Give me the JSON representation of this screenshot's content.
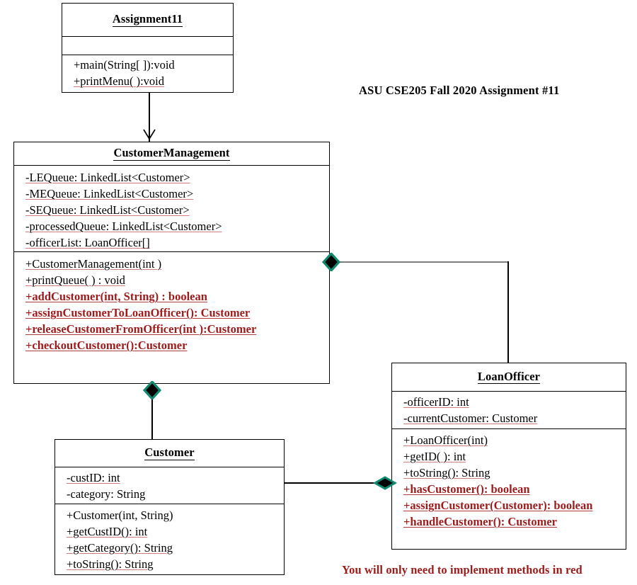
{
  "diagram": {
    "title": "ASU CSE205 Fall 2020 Assignment #11",
    "legend_note": "You will only need to implement methods in red",
    "colors": {
      "background": "#ffffff",
      "stroke": "#000000",
      "gray_connector": "#7d7d7d",
      "red_highlight": "#9e1b1b",
      "diamond_fill": "#000000",
      "diamond_edge": "#0f8a6e"
    }
  },
  "classes": {
    "assignment11": {
      "name": "Assignment11",
      "attributes": [],
      "methods": [
        {
          "text": "+main(String[ ]):void",
          "red": false
        },
        {
          "text": "+printMenu( ):void",
          "red": false
        }
      ]
    },
    "customer_management": {
      "name": "CustomerManagement",
      "attributes": [
        {
          "text": "-LEQueue: LinkedList<Customer>",
          "red": false
        },
        {
          "text": "-MEQueue: LinkedList<Customer>",
          "red": false
        },
        {
          "text": "-SEQueue: LinkedList<Customer>",
          "red": false
        },
        {
          "text": "-processedQueue: LinkedList<Customer>",
          "red": false
        },
        {
          "text": "-officerList: LoanOfficer[]",
          "red": false
        }
      ],
      "methods": [
        {
          "text": "+CustomerManagement(int )",
          "red": false
        },
        {
          "text": "+printQueue( ) : void",
          "red": false
        },
        {
          "text": "+addCustomer(int, String) : boolean",
          "red": true
        },
        {
          "text": "+assignCustomerToLoanOfficer(): Customer",
          "red": true
        },
        {
          "text": "+releaseCustomerFromOfficer(int ):Customer",
          "red": true
        },
        {
          "text": "+checkoutCustomer():Customer",
          "red": true
        }
      ]
    },
    "customer": {
      "name": "Customer",
      "attributes": [
        {
          "text": "-custID: int",
          "red": false
        },
        {
          "text": "-category: String",
          "red": false
        }
      ],
      "methods": [
        {
          "text": "+Customer(int, String)",
          "red": false
        },
        {
          "text": "+getCustID(): int",
          "red": false
        },
        {
          "text": "+getCategory(): String",
          "red": false
        },
        {
          "text": "+toString(): String",
          "red": false
        }
      ]
    },
    "loan_officer": {
      "name": "LoanOfficer",
      "attributes": [
        {
          "text": "-officerID: int",
          "red": false
        },
        {
          "text": "-currentCustomer: Customer",
          "red": false
        }
      ],
      "methods": [
        {
          "text": "+LoanOfficer(int)",
          "red": false
        },
        {
          "text": "+getID( ): int",
          "red": false
        },
        {
          "text": "+toString(): String",
          "red": false
        },
        {
          "text": "+hasCustomer(): boolean",
          "red": true
        },
        {
          "text": "+assignCustomer(Customer): boolean",
          "red": true
        },
        {
          "text": "+handleCustomer(): Customer",
          "red": true
        }
      ]
    }
  },
  "relationships": [
    {
      "id": "assignment11-to-customermanagement",
      "kind": "dependency-arrow",
      "from": "assignment11",
      "to": "customer_management",
      "marker": "open-arrowhead"
    },
    {
      "id": "customermanagement-to-loanofficer",
      "kind": "composition",
      "from": "customer_management",
      "to": "loan_officer",
      "marker": "filled-diamond"
    },
    {
      "id": "customermanagement-to-customer",
      "kind": "composition",
      "from": "customer_management",
      "to": "customer",
      "marker": "filled-diamond"
    },
    {
      "id": "customer-to-loanofficer",
      "kind": "composition",
      "from": "customer",
      "to": "loan_officer",
      "marker": "filled-diamond"
    }
  ]
}
